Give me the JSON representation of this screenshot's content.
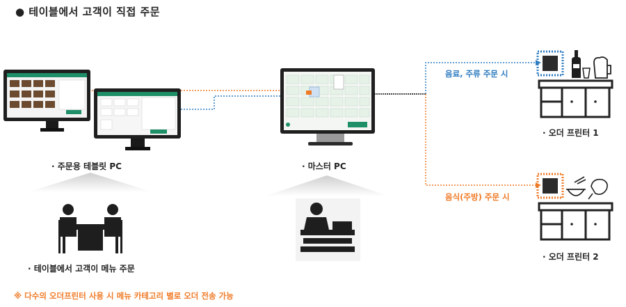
{
  "title": "●  테이블에서 고객이 직접 주문",
  "labels": {
    "tablet_pc": "·  주문용 테블릿 PC",
    "master_pc": "·  마스터 PC",
    "printer_1": "·  오더 프린터 1",
    "printer_2": "·  오더 프린터 2",
    "customer": "·  테이블에서 고객이 메뉴 주문"
  },
  "routes": {
    "drinks": "음료, 주류 주문 시",
    "food": "음식(주방) 주문 시"
  },
  "note": "※ 다수의 오더프린터 사용 시 메뉴 카테고리 별로 오더 전송 가능",
  "colors": {
    "blue_line": "#2d7cc0",
    "orange_line": "#ef7a26",
    "device_dark": "#1f1f1f",
    "screen_green": "#1f8f68",
    "counter": "#222222"
  }
}
